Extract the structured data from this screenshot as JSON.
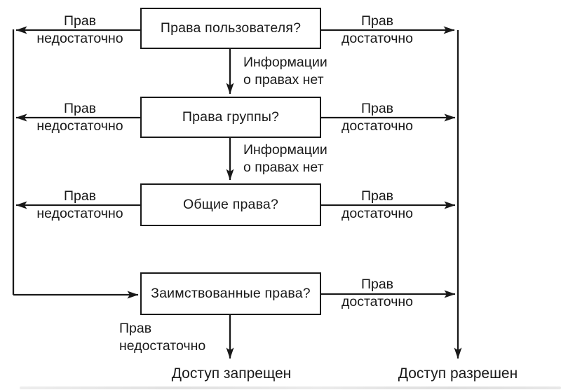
{
  "diagram": {
    "boxes": [
      {
        "label": "Права пользователя?"
      },
      {
        "label": "Права группы?"
      },
      {
        "label": "Общие права?"
      },
      {
        "label": "Заимствованные права?"
      }
    ],
    "edge_labels": {
      "insufficient": {
        "line1": "Прав",
        "line2": "недостаточно"
      },
      "sufficient": {
        "line1": "Прав",
        "line2": "достаточно"
      },
      "no_info": {
        "line1": "Информации",
        "line2": "о правах нет"
      }
    },
    "outcomes": {
      "denied": "Доступ запрещен",
      "granted": "Доступ разрешен"
    },
    "edges": [
      {
        "from": "Права пользователя?",
        "to": "Заимствованные права?",
        "label": "Прав недостаточно",
        "via": "left rail"
      },
      {
        "from": "Права пользователя?",
        "to": "Доступ разрешен",
        "label": "Прав достаточно",
        "via": "right rail"
      },
      {
        "from": "Права пользователя?",
        "to": "Права группы?",
        "label": "Информации о правах нет"
      },
      {
        "from": "Права группы?",
        "to": "Заимствованные права?",
        "label": "Прав недостаточно",
        "via": "left rail"
      },
      {
        "from": "Права группы?",
        "to": "Доступ разрешен",
        "label": "Прав достаточно",
        "via": "right rail"
      },
      {
        "from": "Права группы?",
        "to": "Общие права?",
        "label": "Информации о правах нет"
      },
      {
        "from": "Общие права?",
        "to": "Заимствованные права?",
        "label": "Прав недостаточно",
        "via": "left rail"
      },
      {
        "from": "Общие права?",
        "to": "Доступ разрешен",
        "label": "Прав достаточно",
        "via": "right rail"
      },
      {
        "from": "Заимствованные права?",
        "to": "Доступ запрещен",
        "label": "Прав недостаточно"
      },
      {
        "from": "Заимствованные права?",
        "to": "Доступ разрешен",
        "label": "Прав достаточно",
        "via": "right rail"
      }
    ],
    "colors": {
      "line": "#191919",
      "background": "#ffffff"
    }
  }
}
